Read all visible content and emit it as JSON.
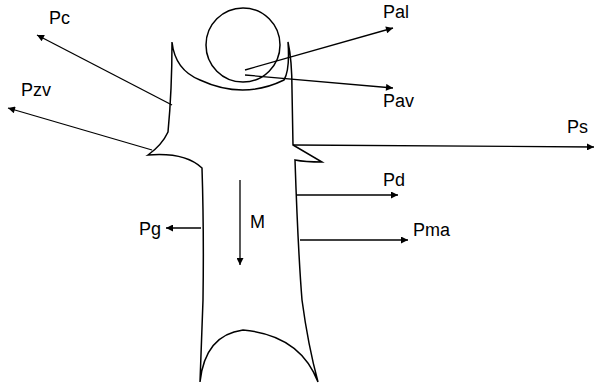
{
  "diagram": {
    "labels": [
      "Pc",
      "Pal",
      "Pav",
      "Pzv",
      "Ps",
      "Pd",
      "Pg",
      "Pma",
      "M"
    ]
  }
}
